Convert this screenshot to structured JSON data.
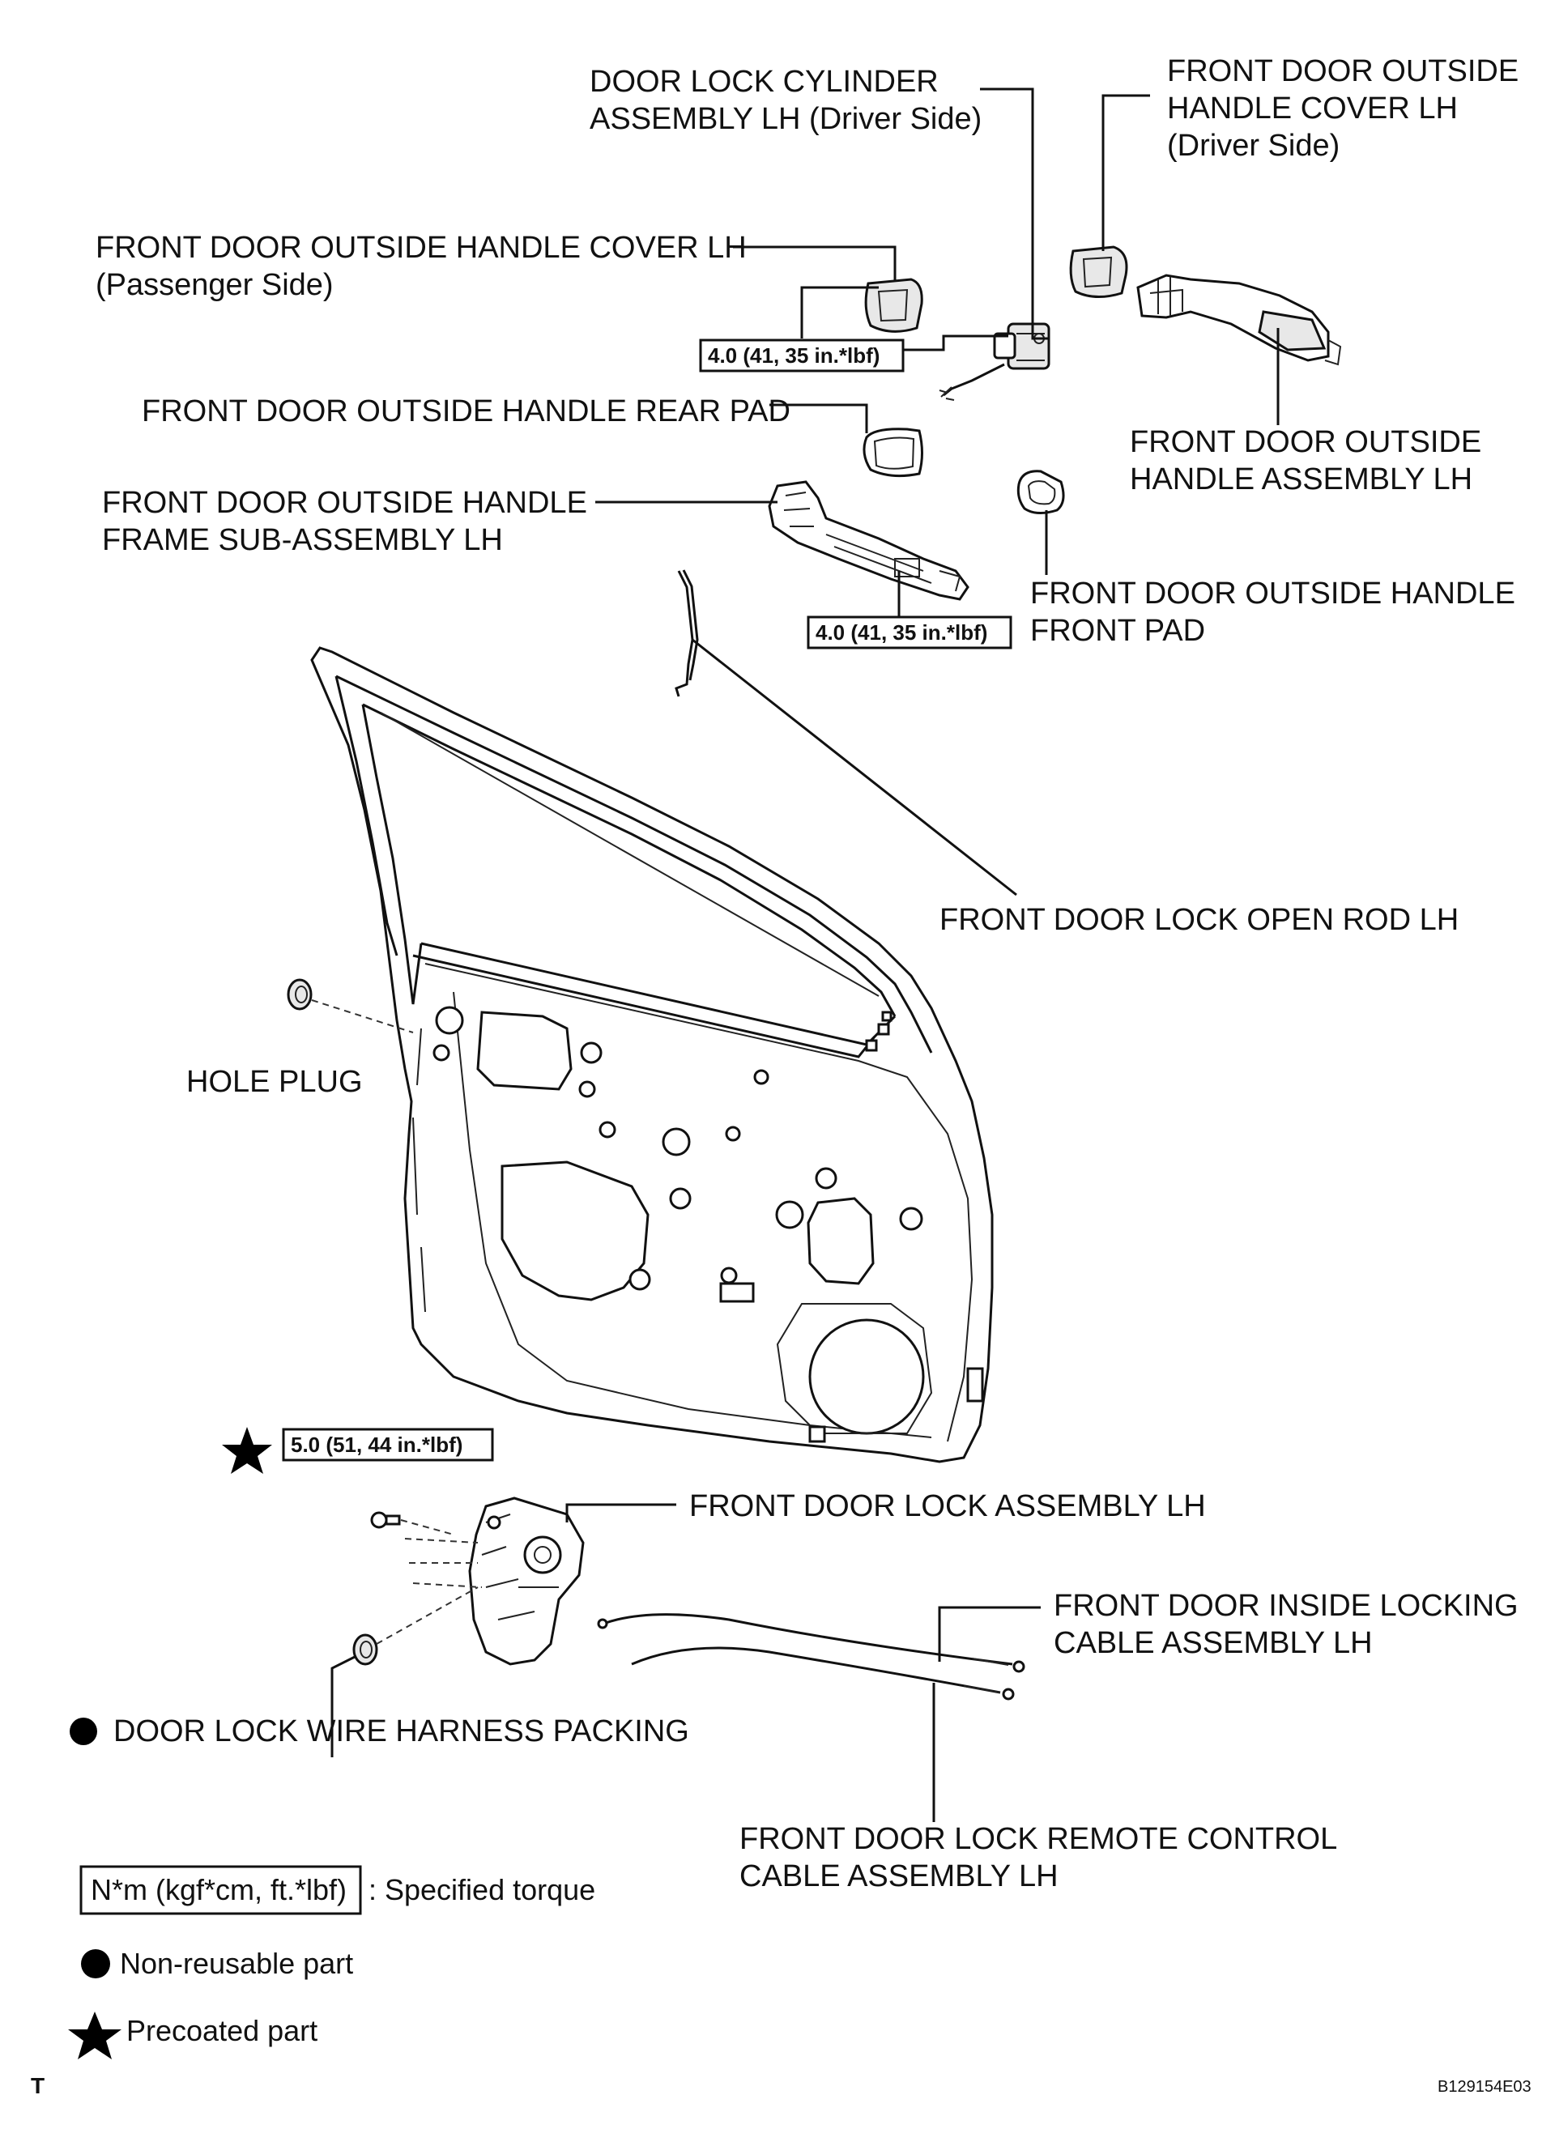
{
  "labels": {
    "lock_cylinder": [
      "DOOR LOCK CYLINDER",
      "ASSEMBLY LH (Driver Side)"
    ],
    "cover_driver": [
      "FRONT DOOR OUTSIDE",
      "HANDLE COVER LH",
      "(Driver Side)"
    ],
    "cover_passenger": [
      "FRONT DOOR OUTSIDE HANDLE COVER LH",
      "(Passenger Side)"
    ],
    "rear_pad": [
      "FRONT DOOR OUTSIDE HANDLE REAR PAD"
    ],
    "handle_assembly": [
      "FRONT DOOR OUTSIDE",
      "HANDLE ASSEMBLY LH"
    ],
    "handle_frame": [
      "FRONT DOOR OUTSIDE HANDLE",
      "FRAME SUB-ASSEMBLY LH"
    ],
    "front_pad": [
      "FRONT DOOR OUTSIDE HANDLE",
      "FRONT PAD"
    ],
    "open_rod": [
      "FRONT DOOR LOCK OPEN ROD LH"
    ],
    "hole_plug": [
      "HOLE PLUG"
    ],
    "lock_assembly": [
      "FRONT DOOR LOCK ASSEMBLY LH"
    ],
    "inside_cable": [
      "FRONT DOOR INSIDE LOCKING",
      "CABLE ASSEMBLY LH"
    ],
    "packing": [
      "DOOR LOCK WIRE HARNESS PACKING"
    ],
    "remote_cable": [
      "FRONT DOOR LOCK REMOTE CONTROL",
      "CABLE ASSEMBLY LH"
    ]
  },
  "torques": {
    "cylinder": "4.0 (41, 35 in.*lbf)",
    "frame": "4.0 (41, 35 in.*lbf)",
    "lock": "5.0 (51, 44 in.*lbf)"
  },
  "legend": {
    "torque_box": "N*m (kgf*cm, ft.*lbf)",
    "torque_text": ": Specified torque",
    "nonreusable": "Non-reusable part",
    "precoated": "Precoated part"
  },
  "corner_left": "T",
  "figure_id": "B129154E03"
}
